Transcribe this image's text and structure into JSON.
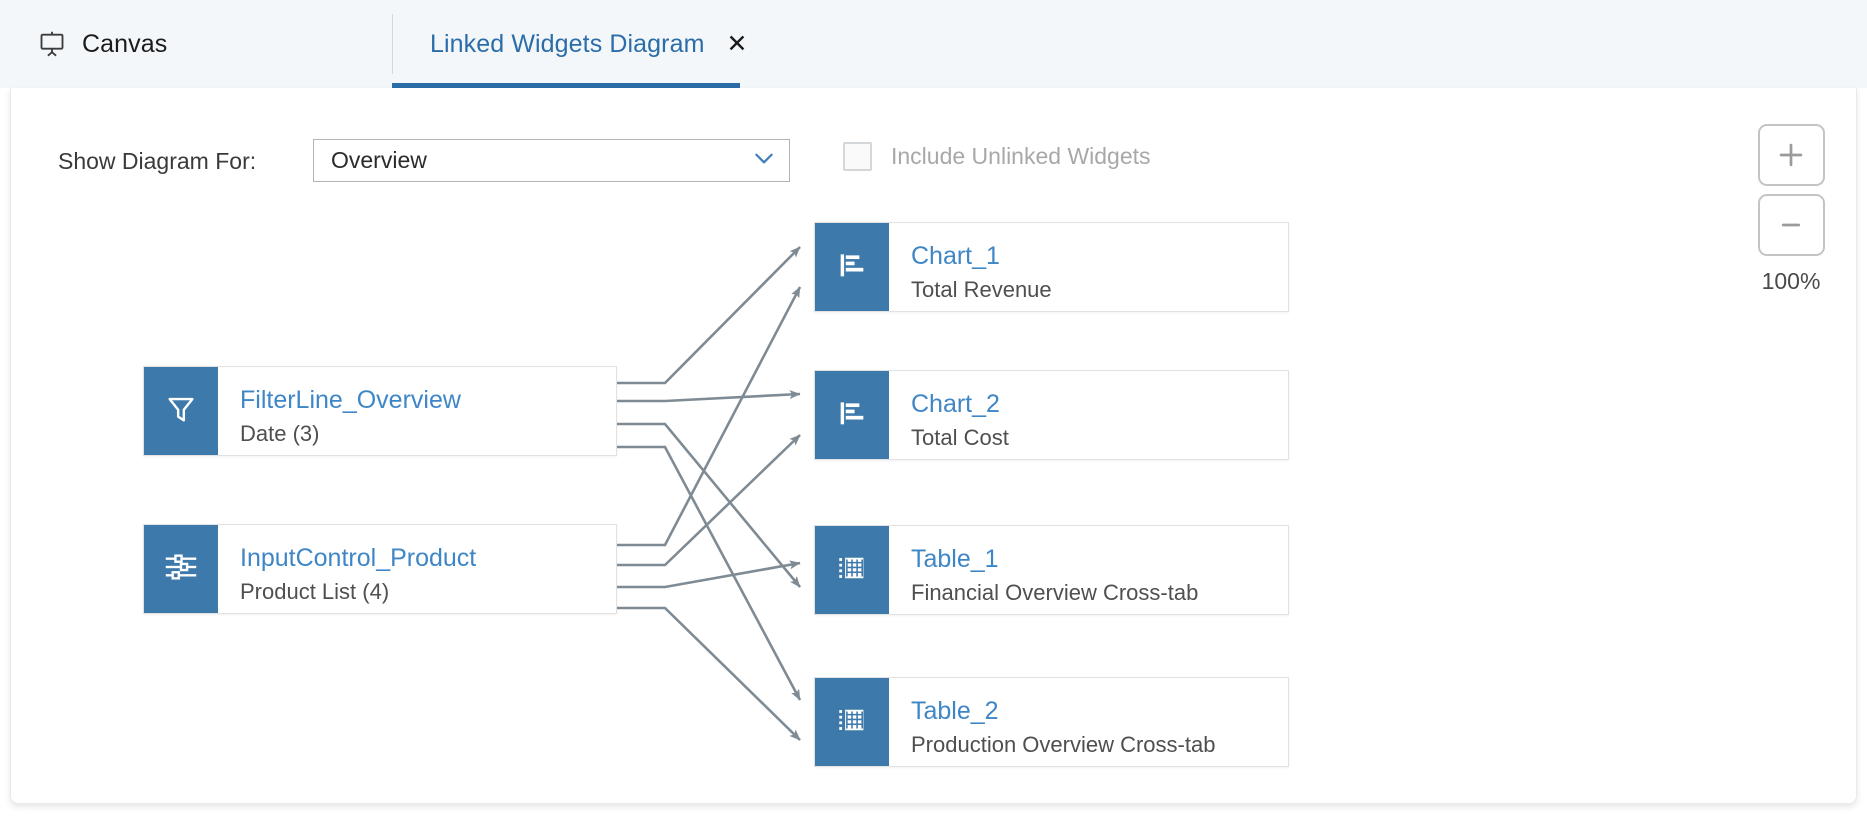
{
  "tabs": [
    {
      "label": "Canvas",
      "icon": "canvas-easel-icon",
      "active": false,
      "closable": false
    },
    {
      "label": "Linked Widgets Diagram",
      "icon": "",
      "active": true,
      "closable": true,
      "close_glyph": "✕"
    }
  ],
  "controls": {
    "show_diagram_label": "Show Diagram For:",
    "select_value": "Overview",
    "select_icon": "chevron-down-icon",
    "include_unlinked_label": "Include Unlinked Widgets",
    "include_unlinked_checked": false,
    "include_unlinked_disabled": true
  },
  "zoom": {
    "in_label": "+",
    "out_label": "-",
    "level": "100%"
  },
  "colors": {
    "accent_blue": "#3d7aab",
    "title_blue": "#3f86c6",
    "tab_active": "#2b6da8",
    "edge_gray": "#7f8b94",
    "tabbar_bg": "#f4f7fa"
  },
  "diagram": {
    "source_nodes": [
      {
        "id": "FilterLine_Overview",
        "title": "FilterLine_Overview",
        "subtitle": "Date (3)",
        "icon": "filter-funnel-icon"
      },
      {
        "id": "InputControl_Product",
        "title": "InputControl_Product",
        "subtitle": "Product List (4)",
        "icon": "input-control-sliders-icon"
      }
    ],
    "target_nodes": [
      {
        "id": "Chart_1",
        "title": "Chart_1",
        "subtitle": "Total Revenue",
        "icon": "bar-chart-icon"
      },
      {
        "id": "Chart_2",
        "title": "Chart_2",
        "subtitle": "Total Cost",
        "icon": "bar-chart-icon"
      },
      {
        "id": "Table_1",
        "title": "Table_1",
        "subtitle": "Financial Overview Cross-tab",
        "icon": "table-grid-icon"
      },
      {
        "id": "Table_2",
        "title": "Table_2",
        "subtitle": "Production Overview Cross-tab",
        "icon": "table-grid-icon"
      }
    ],
    "links": [
      {
        "from": "FilterLine_Overview",
        "to": "Chart_1"
      },
      {
        "from": "FilterLine_Overview",
        "to": "Chart_2"
      },
      {
        "from": "FilterLine_Overview",
        "to": "Table_1"
      },
      {
        "from": "FilterLine_Overview",
        "to": "Table_2"
      },
      {
        "from": "InputControl_Product",
        "to": "Chart_1"
      },
      {
        "from": "InputControl_Product",
        "to": "Chart_2"
      },
      {
        "from": "InputControl_Product",
        "to": "Table_1"
      },
      {
        "from": "InputControl_Product",
        "to": "Table_2"
      }
    ]
  }
}
